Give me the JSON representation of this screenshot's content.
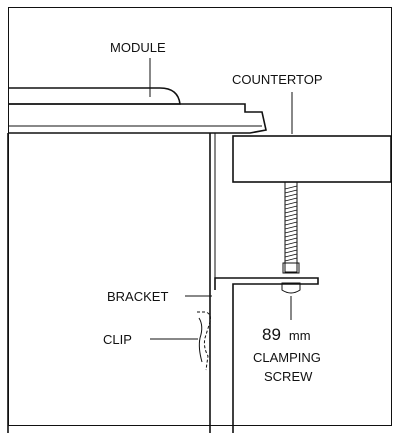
{
  "labels": {
    "module": "MODULE",
    "countertop": "COUNTERTOP",
    "bracket": "BRACKET",
    "clip": "CLIP",
    "screw_size": "89",
    "screw_unit": "mm",
    "screw_line1": "CLAMPING",
    "screw_line2": "SCREW"
  }
}
